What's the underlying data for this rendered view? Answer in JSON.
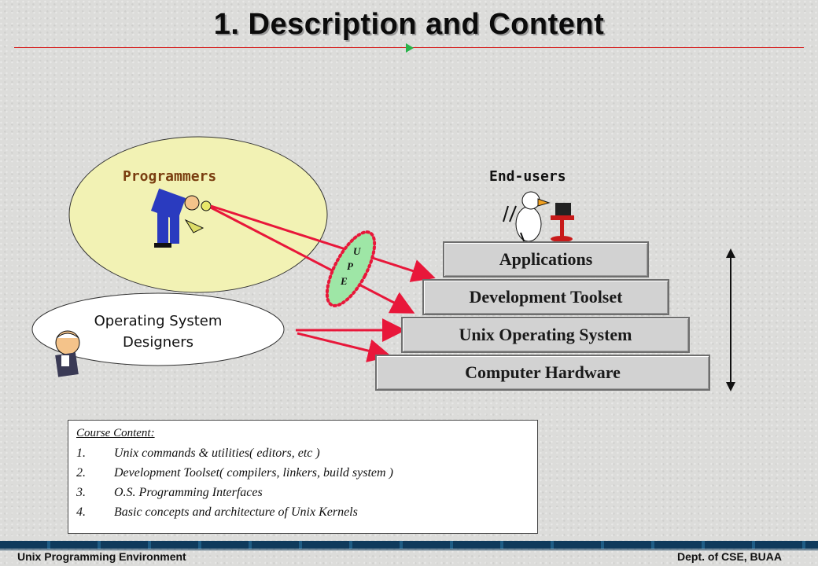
{
  "slide": {
    "title": "1. Description and Content"
  },
  "diagram": {
    "programmers_label": "Programmers",
    "end_users_label": "End-users",
    "os_designers_label_line1": "Operating System",
    "os_designers_label_line2": "Designers",
    "upe_letters": [
      "U",
      "P",
      "E"
    ],
    "layers": [
      "Applications",
      "Development Toolset",
      "Unix Operating System",
      "Computer Hardware"
    ]
  },
  "course": {
    "heading": "Course Content:",
    "items": [
      {
        "num": "1.",
        "text": "Unix commands & utilities( editors, etc )"
      },
      {
        "num": "2.",
        "text": "Development Toolset( compilers, linkers, build system )"
      },
      {
        "num": "3.",
        "text": "O.S. Programming Interfaces"
      },
      {
        "num": "4.",
        "text": "Basic concepts and architecture of Unix Kernels"
      }
    ]
  },
  "footer": {
    "left": "Unix Programming Environment",
    "right": "Dept. of CSE, BUAA"
  },
  "colors": {
    "accent_red": "#e8173a",
    "ellipse_fill": "#f2f2b4",
    "upe_fill": "#9ee6a6"
  }
}
